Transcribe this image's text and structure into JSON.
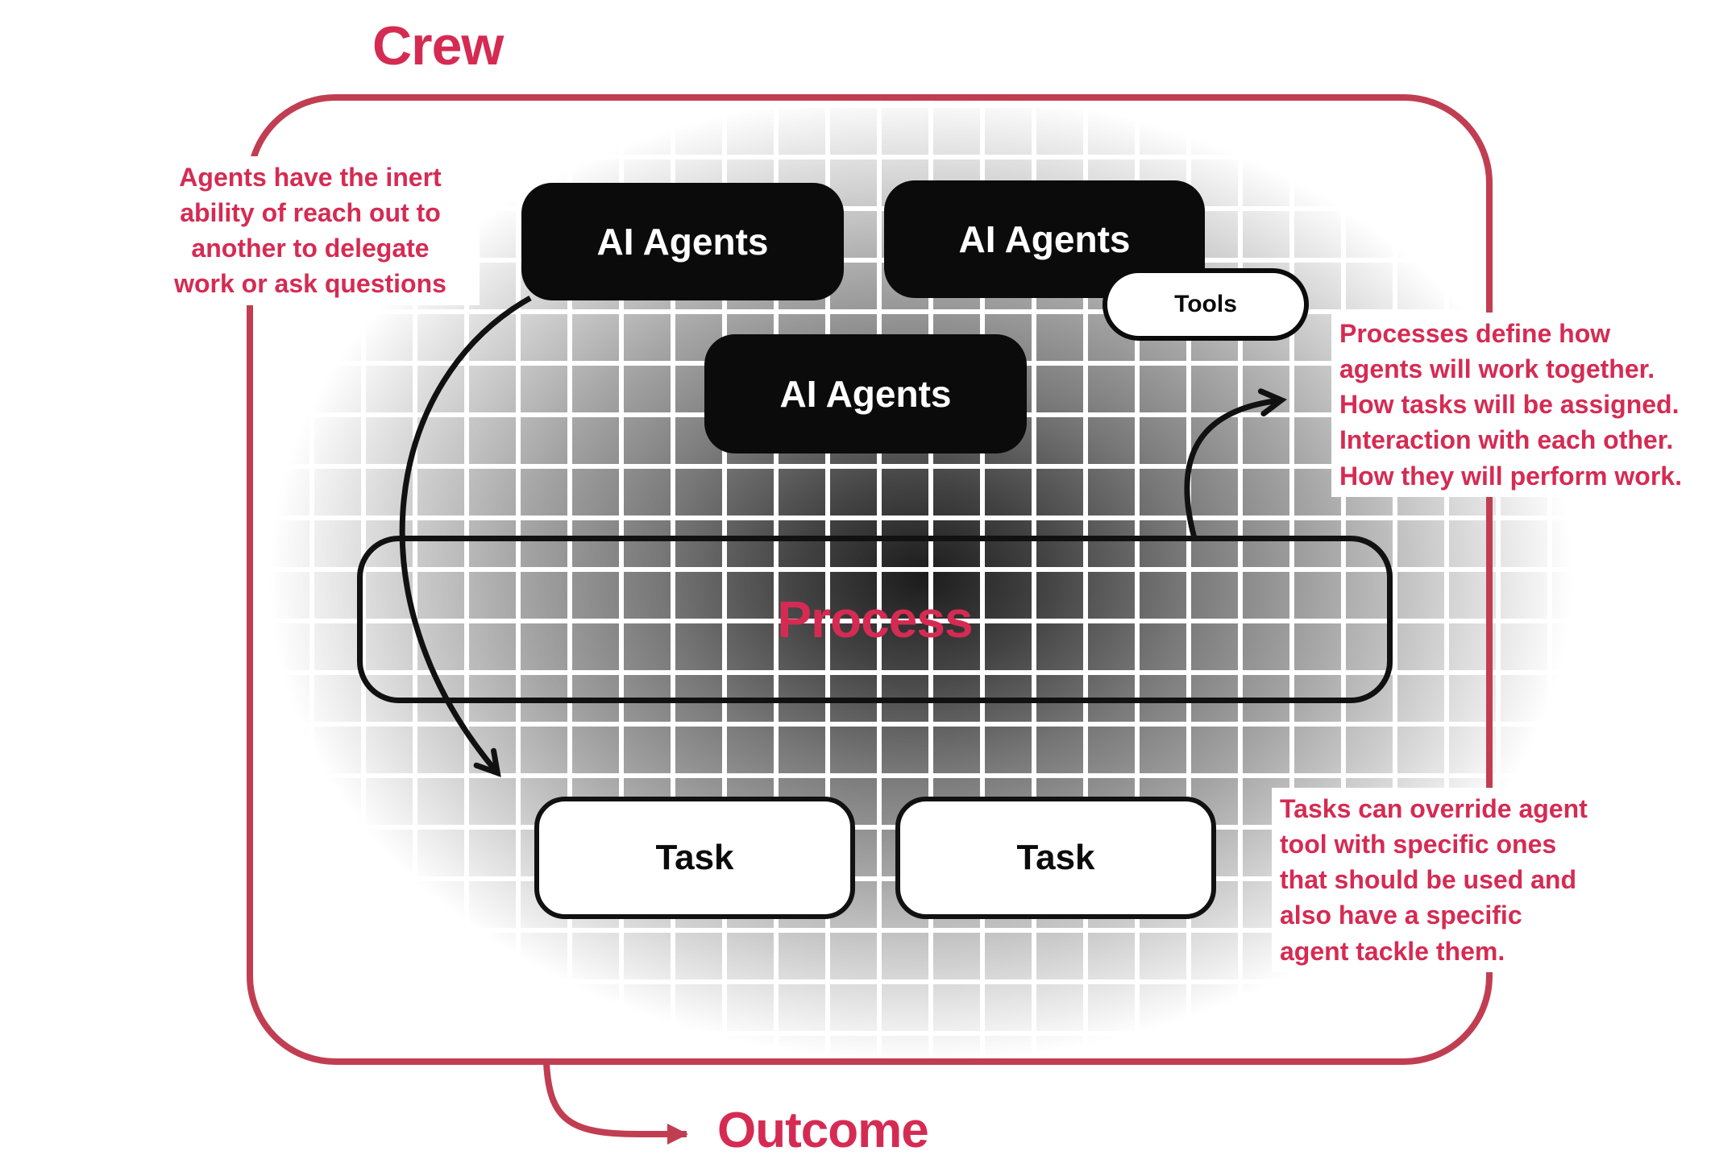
{
  "colors": {
    "accent": "#d52b53",
    "accent-border": "#c13e52",
    "ink": "#111111"
  },
  "crew": {
    "label": "Crew"
  },
  "agents": [
    {
      "label": "AI Agents"
    },
    {
      "label": "AI Agents"
    },
    {
      "label": "AI Agents"
    }
  ],
  "tools": {
    "label": "Tools"
  },
  "process": {
    "label": "Process"
  },
  "tasks": [
    {
      "label": "Task"
    },
    {
      "label": "Task"
    }
  ],
  "annotations": {
    "agents_note": "Agents have the inert\nability of reach out to\nanother to delegate\nwork or ask questions",
    "process_note": "Processes define how\nagents will work together.\nHow tasks will be assigned.\nInteraction with each other.\nHow they will perform work.",
    "tasks_note": "Tasks can override agent\ntool with specific ones\nthat should be used and\nalso have a specific\nagent tackle them."
  },
  "outcome": {
    "label": "Outcome"
  }
}
